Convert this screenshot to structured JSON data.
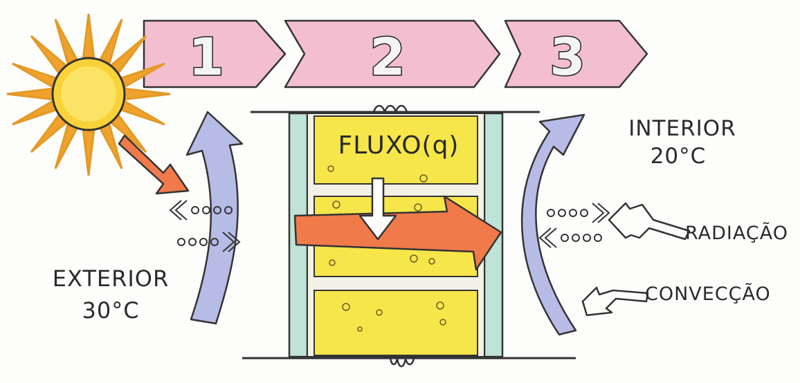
{
  "stages": [
    {
      "label": "1"
    },
    {
      "label": "2"
    },
    {
      "label": "3"
    }
  ],
  "exterior": {
    "label": "EXTERIOR",
    "temperature": "30°C"
  },
  "interior": {
    "label": "INTERIOR",
    "temperature": "20°C"
  },
  "wall": {
    "flux_label": "FLUXO(q)"
  },
  "legend": {
    "radiation_label": "RADIAÇÃO",
    "convection_label": "CONVECÇÃO"
  },
  "colors": {
    "stage_arrow": "#f3bfd0",
    "sun": "#f9d23a",
    "sun_rays": "#f0a22c",
    "convection_arrow": "#b7bce6",
    "wall_insulation": "#f6e64a",
    "wall_cladding": "#bfe3d6",
    "heat_arrow": "#f07a4a"
  }
}
